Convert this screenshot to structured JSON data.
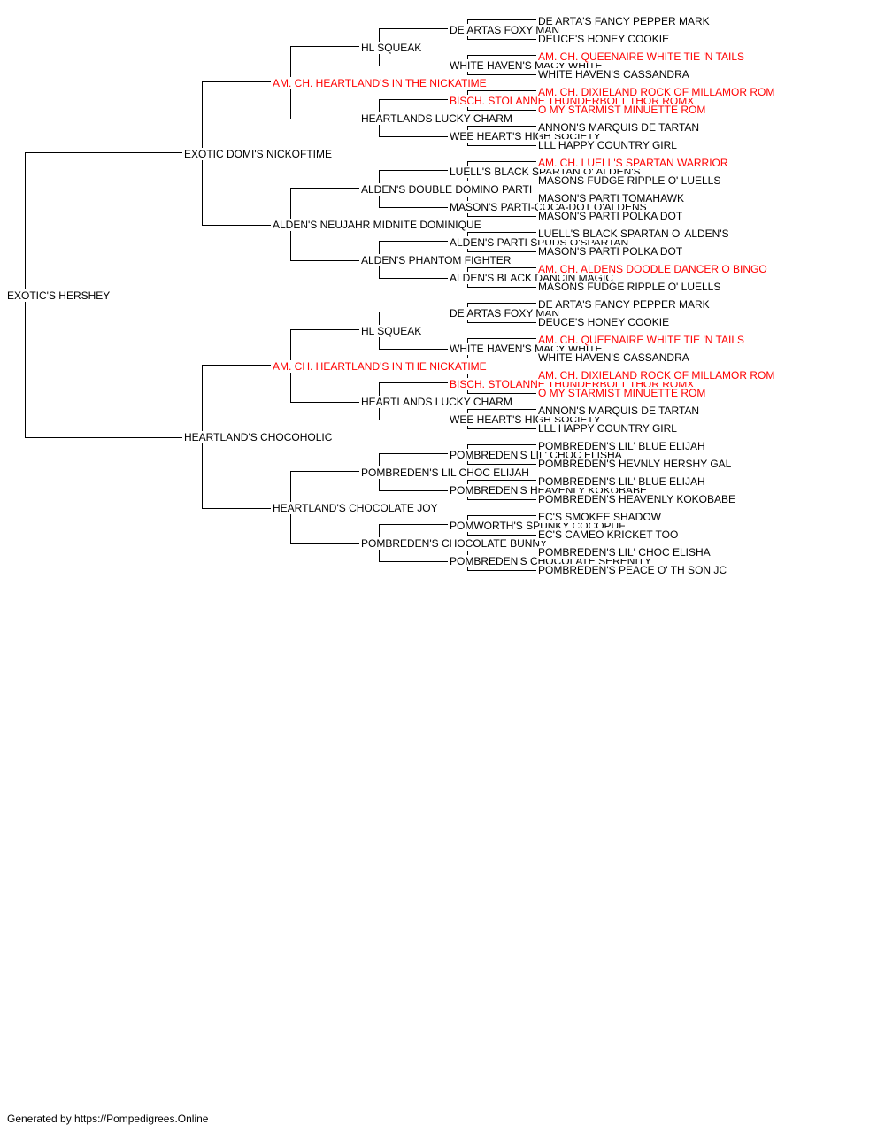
{
  "colors": {
    "titled": "#ff0000",
    "normal": "#000000",
    "line": "#000000"
  },
  "footer": "Generated by https://Pompedigrees.Online",
  "pedigree": {
    "name": "EXOTIC'S HERSHEY",
    "titled": false,
    "sire": {
      "name": "EXOTIC DOMI'S NICKOFTIME",
      "titled": false,
      "sire": {
        "name": "AM. CH. HEARTLAND'S IN THE NICKATIME",
        "titled": true,
        "sire": {
          "name": "HL SQUEAK",
          "titled": false,
          "sire": {
            "name": "DE ARTAS FOXY MAN",
            "titled": false,
            "sire": {
              "name": "DE ARTA'S FANCY PEPPER MARK",
              "titled": false
            },
            "dam": {
              "name": "DEUCE'S HONEY COOKIE",
              "titled": false
            }
          },
          "dam": {
            "name": "WHITE HAVEN'S MACY WHITE",
            "titled": false,
            "sire": {
              "name": "AM. CH. QUEENAIRE WHITE TIE 'N TAILS",
              "titled": true
            },
            "dam": {
              "name": "WHITE HAVEN'S CASSANDRA",
              "titled": false
            }
          }
        },
        "dam": {
          "name": "HEARTLANDS LUCKY CHARM",
          "titled": false,
          "sire": {
            "name": "BISCH. STOLANNE THUNDERBOLT THOR ROMX",
            "titled": true,
            "sire": {
              "name": "AM. CH. DIXIELAND ROCK OF MILLAMOR ROM",
              "titled": true
            },
            "dam": {
              "name": "O MY STARMIST MINUETTE ROM",
              "titled": true
            }
          },
          "dam": {
            "name": "WEE HEART'S HIGH SOCIETY",
            "titled": false,
            "sire": {
              "name": "ANNON'S MARQUIS DE TARTAN",
              "titled": false
            },
            "dam": {
              "name": "LLL HAPPY COUNTRY GIRL",
              "titled": false
            }
          }
        }
      },
      "dam": {
        "name": "ALDEN'S NEUJAHR MIDNITE DOMINIQUE",
        "titled": false,
        "sire": {
          "name": "ALDEN'S DOUBLE DOMINO PARTI",
          "titled": false,
          "sire": {
            "name": "LUELL'S BLACK SPARTAN O' ALDEN'S",
            "titled": false,
            "sire": {
              "name": "AM. CH. LUELL'S SPARTAN WARRIOR",
              "titled": true
            },
            "dam": {
              "name": "MASONS FUDGE RIPPLE O' LUELLS",
              "titled": false
            }
          },
          "dam": {
            "name": "MASON'S PARTI-COCA-DOT O'ALDENS",
            "titled": false,
            "sire": {
              "name": "MASON'S PARTI TOMAHAWK",
              "titled": false
            },
            "dam": {
              "name": "MASON'S PARTI POLKA DOT",
              "titled": false
            }
          }
        },
        "dam": {
          "name": "ALDEN'S PHANTOM FIGHTER",
          "titled": false,
          "sire": {
            "name": "ALDEN'S PARTI SPUDS O'SPARTAN",
            "titled": false,
            "sire": {
              "name": "LUELL'S BLACK SPARTAN O' ALDEN'S",
              "titled": false
            },
            "dam": {
              "name": "MASON'S PARTI POLKA DOT",
              "titled": false
            }
          },
          "dam": {
            "name": "ALDEN'S BLACK DANCIN MAGIC",
            "titled": false,
            "sire": {
              "name": "AM. CH. ALDENS DOODLE DANCER O BINGO",
              "titled": true
            },
            "dam": {
              "name": "MASONS FUDGE RIPPLE O' LUELLS",
              "titled": false
            }
          }
        }
      }
    },
    "dam": {
      "name": "HEARTLAND'S CHOCOHOLIC",
      "titled": false,
      "sire": {
        "name": "AM. CH. HEARTLAND'S IN THE NICKATIME",
        "titled": true,
        "sire": {
          "name": "HL SQUEAK",
          "titled": false,
          "sire": {
            "name": "DE ARTAS FOXY MAN",
            "titled": false,
            "sire": {
              "name": "DE ARTA'S FANCY PEPPER MARK",
              "titled": false
            },
            "dam": {
              "name": "DEUCE'S HONEY COOKIE",
              "titled": false
            }
          },
          "dam": {
            "name": "WHITE HAVEN'S MACY WHITE",
            "titled": false,
            "sire": {
              "name": "AM. CH. QUEENAIRE WHITE TIE 'N TAILS",
              "titled": true
            },
            "dam": {
              "name": "WHITE HAVEN'S CASSANDRA",
              "titled": false
            }
          }
        },
        "dam": {
          "name": "HEARTLANDS LUCKY CHARM",
          "titled": false,
          "sire": {
            "name": "BISCH. STOLANNE THUNDERBOLT THOR ROMX",
            "titled": true,
            "sire": {
              "name": "AM. CH. DIXIELAND ROCK OF MILLAMOR ROM",
              "titled": true
            },
            "dam": {
              "name": "O MY STARMIST MINUETTE ROM",
              "titled": true
            }
          },
          "dam": {
            "name": "WEE HEART'S HIGH SOCIETY",
            "titled": false,
            "sire": {
              "name": "ANNON'S MARQUIS DE TARTAN",
              "titled": false
            },
            "dam": {
              "name": "LLL HAPPY COUNTRY GIRL",
              "titled": false
            }
          }
        }
      },
      "dam": {
        "name": "HEARTLAND'S CHOCOLATE JOY",
        "titled": false,
        "sire": {
          "name": "POMBREDEN'S LIL CHOC ELIJAH",
          "titled": false,
          "sire": {
            "name": "POMBREDEN'S LIL' CHOC ELISHA",
            "titled": false,
            "sire": {
              "name": "POMBREDEN'S LIL' BLUE ELIJAH",
              "titled": false
            },
            "dam": {
              "name": "POMBREDEN'S HEVNLY HERSHY GAL",
              "titled": false
            }
          },
          "dam": {
            "name": "POMBREDEN'S HEAVENLY KOKOBABE",
            "titled": false,
            "sire": {
              "name": "POMBREDEN'S LIL' BLUE ELIJAH",
              "titled": false
            },
            "dam": {
              "name": "POMBREDEN'S HEAVENLY KOKOBABE",
              "titled": false
            }
          }
        },
        "dam": {
          "name": "POMBREDEN'S CHOCOLATE BUNNY",
          "titled": false,
          "sire": {
            "name": "POMWORTH'S SPUNKY COCOPUF",
            "titled": false,
            "sire": {
              "name": "EC'S SMOKEE SHADOW",
              "titled": false
            },
            "dam": {
              "name": "EC'S CAMEO KRICKET TOO",
              "titled": false
            }
          },
          "dam": {
            "name": "POMBREDEN'S CHOCOLATE SERENITY",
            "titled": false,
            "sire": {
              "name": "POMBREDEN'S LIL' CHOC ELISHA",
              "titled": false
            },
            "dam": {
              "name": "POMBREDEN'S PEACE O' TH SON JC",
              "titled": false
            }
          }
        }
      }
    }
  }
}
